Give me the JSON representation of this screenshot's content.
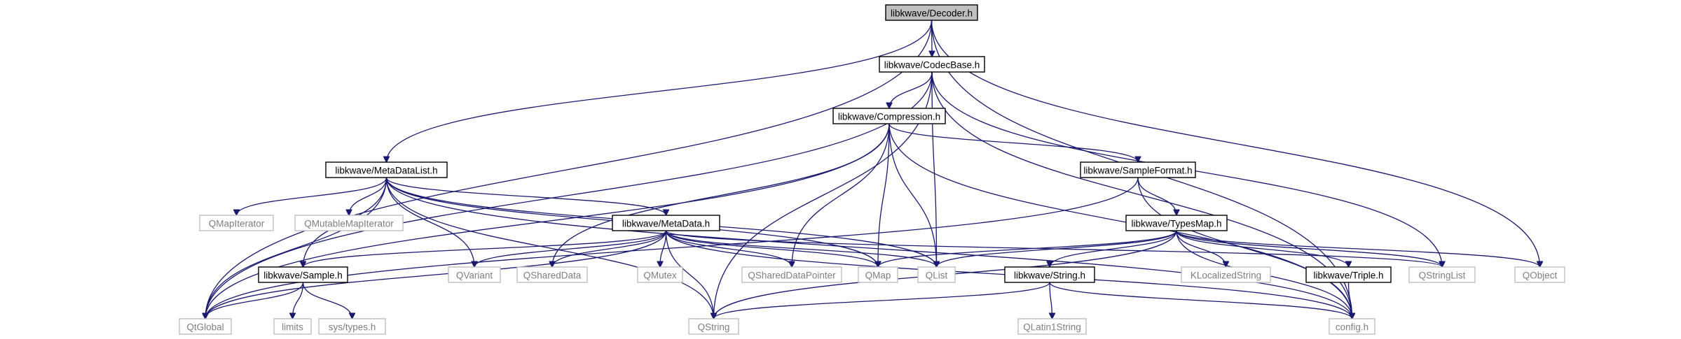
{
  "colors": {
    "edge": "#191970",
    "documented_border": "#000000",
    "external_border": "#bfbfbf",
    "external_text": "#7f7f7f",
    "root_fill": "#bfbfbf"
  },
  "nodes": [
    {
      "id": "decoder",
      "label": "libkwave/Decoder.h",
      "kind": "root"
    },
    {
      "id": "codecbase",
      "label": "libkwave/CodecBase.h",
      "kind": "documented"
    },
    {
      "id": "compression",
      "label": "libkwave/Compression.h",
      "kind": "documented"
    },
    {
      "id": "metadatalist",
      "label": "libkwave/MetaDataList.h",
      "kind": "documented"
    },
    {
      "id": "sampleformat",
      "label": "libkwave/SampleFormat.h",
      "kind": "documented"
    },
    {
      "id": "metadata",
      "label": "libkwave/MetaData.h",
      "kind": "documented"
    },
    {
      "id": "typesmap",
      "label": "libkwave/TypesMap.h",
      "kind": "documented"
    },
    {
      "id": "sample",
      "label": "libkwave/Sample.h",
      "kind": "documented"
    },
    {
      "id": "string",
      "label": "libkwave/String.h",
      "kind": "documented"
    },
    {
      "id": "triple",
      "label": "libkwave/Triple.h",
      "kind": "documented"
    },
    {
      "id": "qmapiterator",
      "label": "QMapIterator",
      "kind": "external"
    },
    {
      "id": "qmutablemapiterator",
      "label": "QMutableMapIterator",
      "kind": "external"
    },
    {
      "id": "qvariant",
      "label": "QVariant",
      "kind": "external"
    },
    {
      "id": "qshareddata",
      "label": "QSharedData",
      "kind": "external"
    },
    {
      "id": "qmutex",
      "label": "QMutex",
      "kind": "external"
    },
    {
      "id": "qshareddatapointer",
      "label": "QSharedDataPointer",
      "kind": "external"
    },
    {
      "id": "qmap",
      "label": "QMap",
      "kind": "external"
    },
    {
      "id": "qlist",
      "label": "QList",
      "kind": "external"
    },
    {
      "id": "klocalizedstring",
      "label": "KLocalizedString",
      "kind": "external"
    },
    {
      "id": "qstringlist",
      "label": "QStringList",
      "kind": "external"
    },
    {
      "id": "qobject",
      "label": "QObject",
      "kind": "external"
    },
    {
      "id": "qtglobal",
      "label": "QtGlobal",
      "kind": "external"
    },
    {
      "id": "limits",
      "label": "limits",
      "kind": "external"
    },
    {
      "id": "systypes",
      "label": "sys/types.h",
      "kind": "external"
    },
    {
      "id": "qstring",
      "label": "QString",
      "kind": "external"
    },
    {
      "id": "qlatin1string",
      "label": "QLatin1String",
      "kind": "external"
    },
    {
      "id": "config",
      "label": "config.h",
      "kind": "external"
    }
  ],
  "edges": [
    [
      "decoder",
      "codecbase"
    ],
    [
      "decoder",
      "metadatalist"
    ],
    [
      "decoder",
      "qtglobal"
    ],
    [
      "decoder",
      "qobject"
    ],
    [
      "decoder",
      "config"
    ],
    [
      "codecbase",
      "compression"
    ],
    [
      "codecbase",
      "qtglobal"
    ],
    [
      "codecbase",
      "qstring"
    ],
    [
      "codecbase",
      "qlist"
    ],
    [
      "codecbase",
      "qstringlist"
    ],
    [
      "codecbase",
      "config"
    ],
    [
      "compression",
      "sampleformat"
    ],
    [
      "compression",
      "qtglobal"
    ],
    [
      "compression",
      "qshareddata"
    ],
    [
      "compression",
      "qshareddatapointer"
    ],
    [
      "compression",
      "qmap"
    ],
    [
      "compression",
      "qlist"
    ],
    [
      "compression",
      "config"
    ],
    [
      "metadatalist",
      "metadata"
    ],
    [
      "metadatalist",
      "sample"
    ],
    [
      "metadatalist",
      "qmapiterator"
    ],
    [
      "metadatalist",
      "qmutablemapiterator"
    ],
    [
      "metadatalist",
      "qvariant"
    ],
    [
      "metadatalist",
      "qtglobal"
    ],
    [
      "metadatalist",
      "qstring"
    ],
    [
      "metadatalist",
      "qmap"
    ],
    [
      "metadatalist",
      "qlist"
    ],
    [
      "metadatalist",
      "config"
    ],
    [
      "sampleformat",
      "typesmap"
    ],
    [
      "sampleformat",
      "qtglobal"
    ],
    [
      "sampleformat",
      "config"
    ],
    [
      "metadata",
      "sample"
    ],
    [
      "metadata",
      "qvariant"
    ],
    [
      "metadata",
      "qshareddata"
    ],
    [
      "metadata",
      "qmutex"
    ],
    [
      "metadata",
      "qshareddatapointer"
    ],
    [
      "metadata",
      "qmap"
    ],
    [
      "metadata",
      "qlist"
    ],
    [
      "metadata",
      "qstringlist"
    ],
    [
      "metadata",
      "qtglobal"
    ],
    [
      "metadata",
      "qstring"
    ],
    [
      "metadata",
      "config"
    ],
    [
      "typesmap",
      "string"
    ],
    [
      "typesmap",
      "triple"
    ],
    [
      "typesmap",
      "klocalizedstring"
    ],
    [
      "typesmap",
      "qstringlist"
    ],
    [
      "typesmap",
      "qobject"
    ],
    [
      "typesmap",
      "qlist"
    ],
    [
      "typesmap",
      "qmap"
    ],
    [
      "typesmap",
      "qstring"
    ],
    [
      "typesmap",
      "config"
    ],
    [
      "sample",
      "qtglobal"
    ],
    [
      "sample",
      "limits"
    ],
    [
      "sample",
      "systypes"
    ],
    [
      "string",
      "qstring"
    ],
    [
      "string",
      "qlatin1string"
    ],
    [
      "string",
      "config"
    ],
    [
      "triple",
      "config"
    ]
  ]
}
